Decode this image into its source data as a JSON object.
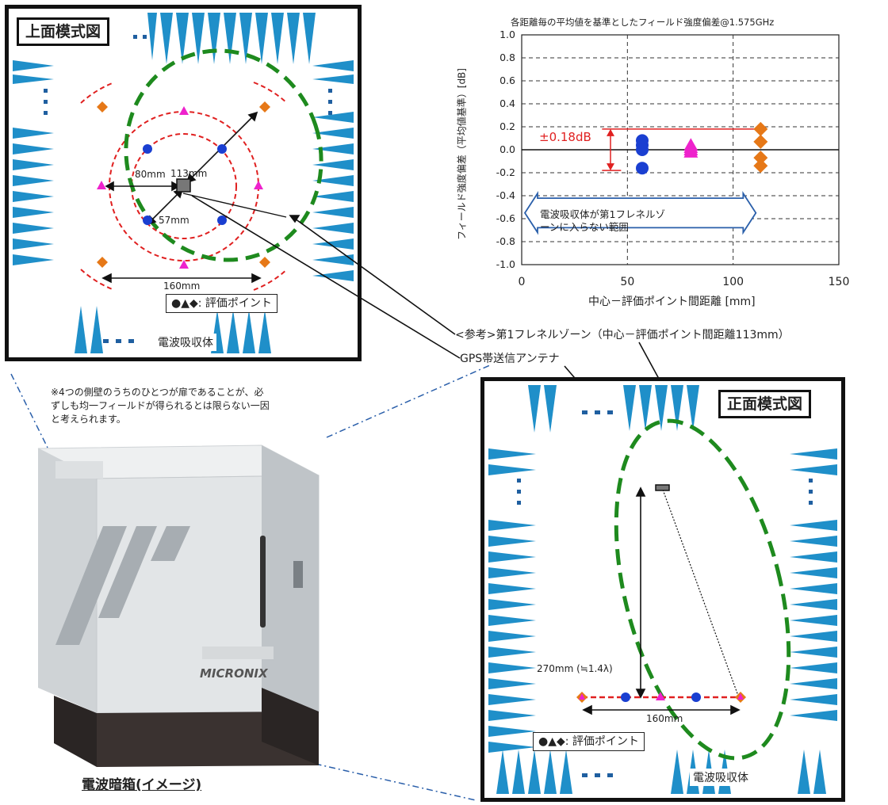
{
  "top_view": {
    "title": "上面模式図",
    "dim_113": "113mm",
    "dim_80": "80mm",
    "dim_57": "57mm",
    "dim_160": "160mm",
    "legend": "●▲◆: 評価ポイント",
    "absorber": "電波吸収体",
    "dots": "・・・"
  },
  "front_view": {
    "title": "正面模式図",
    "dim_270": "270mm (≒1.4λ)",
    "dim_160": "160mm",
    "legend": "●▲◆: 評価ポイント",
    "absorber": "電波吸収体",
    "dots": "・・・"
  },
  "callouts": {
    "fresnel": "<参考>第1フレネルゾーン（中心－評価ポイント間距離113mm）",
    "antenna": "GPS帯送信アンテナ"
  },
  "note": {
    "line1": "※4つの側壁のうちのひとつが扉であることが、必",
    "line2": "ずしも均一フィールドが得られるとは限らない一因",
    "line3": "と考えられます。"
  },
  "box": {
    "brand": "MICRONIX",
    "caption": "電波暗箱(イメージ)"
  },
  "chart_data": {
    "type": "scatter",
    "title": "各距離毎の平均値を基準としたフィールド強度偏差@1.575GHz",
    "xlabel": "中心－評価ポイント間距離 [mm]",
    "ylabel": "フィールド強度偏差（平均値基準）[dB]",
    "xlim": [
      0,
      150
    ],
    "ylim": [
      -1.0,
      1.0
    ],
    "x_ticks": [
      "0",
      "50",
      "100",
      "150"
    ],
    "y_ticks": [
      "1.0",
      "0.8",
      "0.6",
      "0.4",
      "0.2",
      "0.0",
      "-0.2",
      "-0.4",
      "-0.6",
      "-0.8",
      "-1.0"
    ],
    "series": [
      {
        "marker": "circle",
        "color": "#1a3fd1",
        "x": [
          57,
          57,
          57,
          57
        ],
        "y": [
          0.08,
          0.04,
          0.0,
          -0.16
        ]
      },
      {
        "marker": "triangle",
        "color": "#ee22cc",
        "x": [
          80,
          80,
          80,
          80
        ],
        "y": [
          0.04,
          0.02,
          0.0,
          -0.02
        ]
      },
      {
        "marker": "diamond",
        "color": "#e67817",
        "x": [
          113,
          113,
          113,
          113
        ],
        "y": [
          0.18,
          0.07,
          -0.07,
          -0.14
        ]
      }
    ],
    "annotation_range": "±0.18dB",
    "annotation_box": "電波吸収体が第1フレネルゾーンに入らない範囲",
    "grid": true
  },
  "colors": {
    "absorber": "#1f8fc9",
    "fresnel": "#1e8a1e",
    "ring": "#e02020",
    "circle": "#1a3fd1",
    "triangle": "#ee22cc",
    "diamond": "#e67817"
  }
}
